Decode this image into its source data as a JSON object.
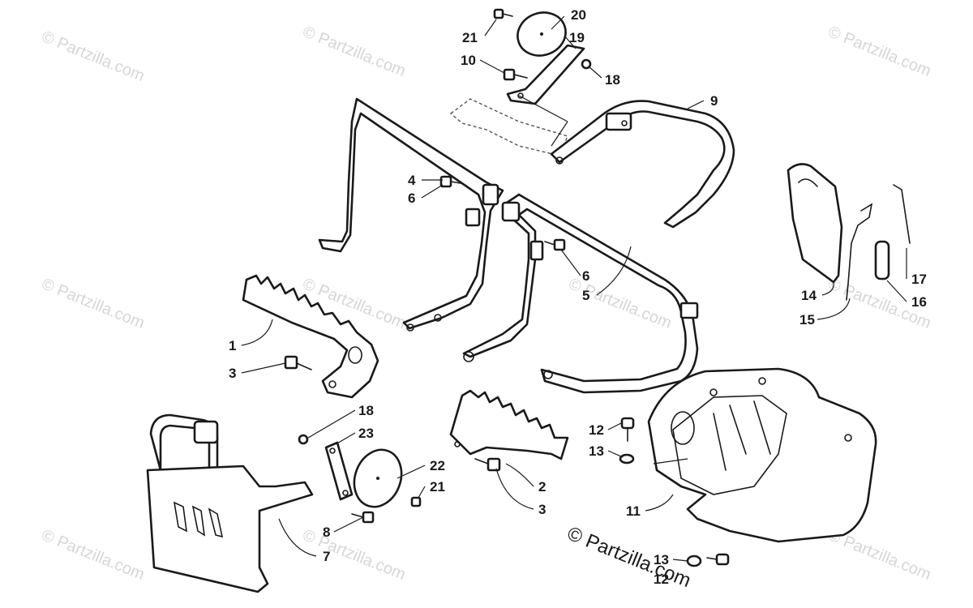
{
  "watermark": {
    "text": "© Partzilla.com"
  },
  "callouts": [
    {
      "id": "c20",
      "label": "20"
    },
    {
      "id": "c21a",
      "label": "21"
    },
    {
      "id": "c19",
      "label": "19"
    },
    {
      "id": "c10",
      "label": "10"
    },
    {
      "id": "c18a",
      "label": "18"
    },
    {
      "id": "c9",
      "label": "9"
    },
    {
      "id": "c4",
      "label": "4"
    },
    {
      "id": "c6a",
      "label": "6"
    },
    {
      "id": "c6b",
      "label": "6"
    },
    {
      "id": "c5",
      "label": "5"
    },
    {
      "id": "c1",
      "label": "1"
    },
    {
      "id": "c3a",
      "label": "3"
    },
    {
      "id": "c17",
      "label": "17"
    },
    {
      "id": "c14",
      "label": "14"
    },
    {
      "id": "c16",
      "label": "16"
    },
    {
      "id": "c15",
      "label": "15"
    },
    {
      "id": "c18b",
      "label": "18"
    },
    {
      "id": "c23",
      "label": "23"
    },
    {
      "id": "c22",
      "label": "22"
    },
    {
      "id": "c21b",
      "label": "21"
    },
    {
      "id": "c2",
      "label": "2"
    },
    {
      "id": "c3b",
      "label": "3"
    },
    {
      "id": "c12a",
      "label": "12"
    },
    {
      "id": "c13a",
      "label": "13"
    },
    {
      "id": "c11",
      "label": "11"
    },
    {
      "id": "c8",
      "label": "8"
    },
    {
      "id": "c7",
      "label": "7"
    },
    {
      "id": "c13b",
      "label": "13"
    },
    {
      "id": "c12b",
      "label": "12"
    }
  ]
}
